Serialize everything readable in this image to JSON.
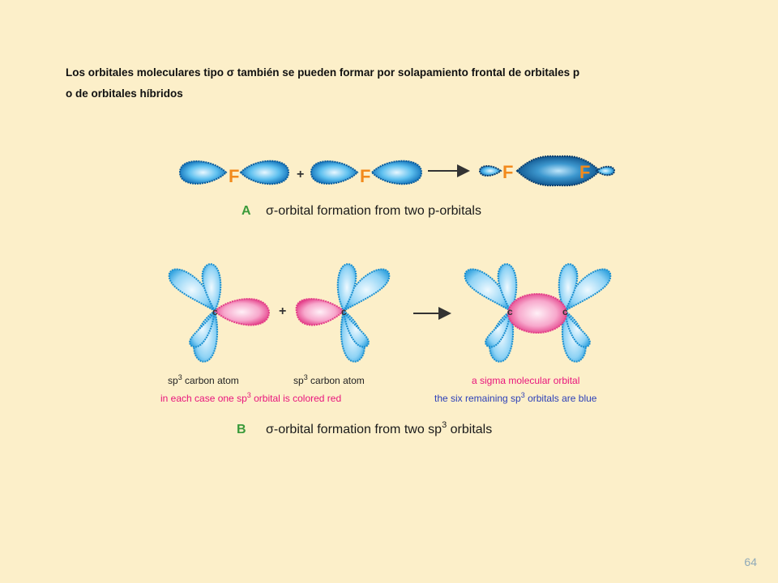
{
  "slide": {
    "heading_line1": "Los orbitales moleculares tipo σ también se pueden formar por solapamiento frontal de orbitales p",
    "heading_line2": "o de orbitales híbridos",
    "page_number": "64"
  },
  "panel_a": {
    "letter": "A",
    "caption": "σ-orbital formation from two p-orbitals",
    "atom_label": "F",
    "plus": "+"
  },
  "panel_b": {
    "letter": "B",
    "caption_prefix": "σ-orbital formation from two sp",
    "caption_sup": "3",
    "caption_suffix": " orbitals",
    "atom_label": "c",
    "plus": "+",
    "left_label": {
      "prefix": "sp",
      "sup": "3",
      "suffix": " carbon atom"
    },
    "middle_label": {
      "prefix": "sp",
      "sup": "3",
      "suffix": " carbon atom"
    },
    "red_note": {
      "prefix": "in each case one sp",
      "sup": "3",
      "suffix": " orbital is colored red"
    },
    "product_label": "a sigma molecular orbital",
    "blue_note": {
      "prefix": "the six remaining sp",
      "sup": "3",
      "suffix": " orbitals are blue"
    }
  },
  "colors": {
    "background": "#fcefc9",
    "orbital_blue": "#1b8fd4",
    "orbital_pink": "#f0438e",
    "label_orange": "#f28a1c",
    "letter_green": "#3a9a3a",
    "note_red": "#e8147c",
    "note_blue": "#2b3fb8"
  }
}
